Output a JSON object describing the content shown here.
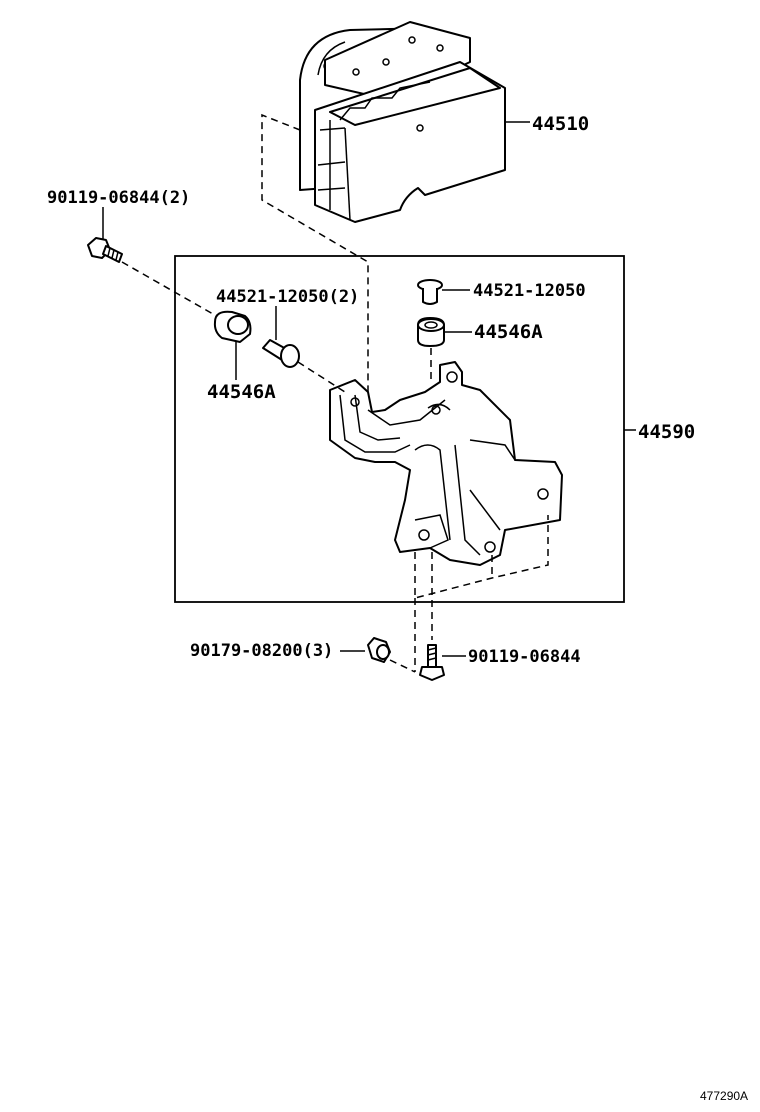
{
  "labels": {
    "actuator": "44510",
    "bolt_upper_left": "90119-06844(2)",
    "collar_left": "44521-12050(2)",
    "collar_right": "44521-12050",
    "grommet_right": "44546A",
    "grommet_left": "44546A",
    "bracket": "44590",
    "nut": "90179-08200(3)",
    "bolt_lower": "90119-06844"
  },
  "reference_code": "477290A"
}
